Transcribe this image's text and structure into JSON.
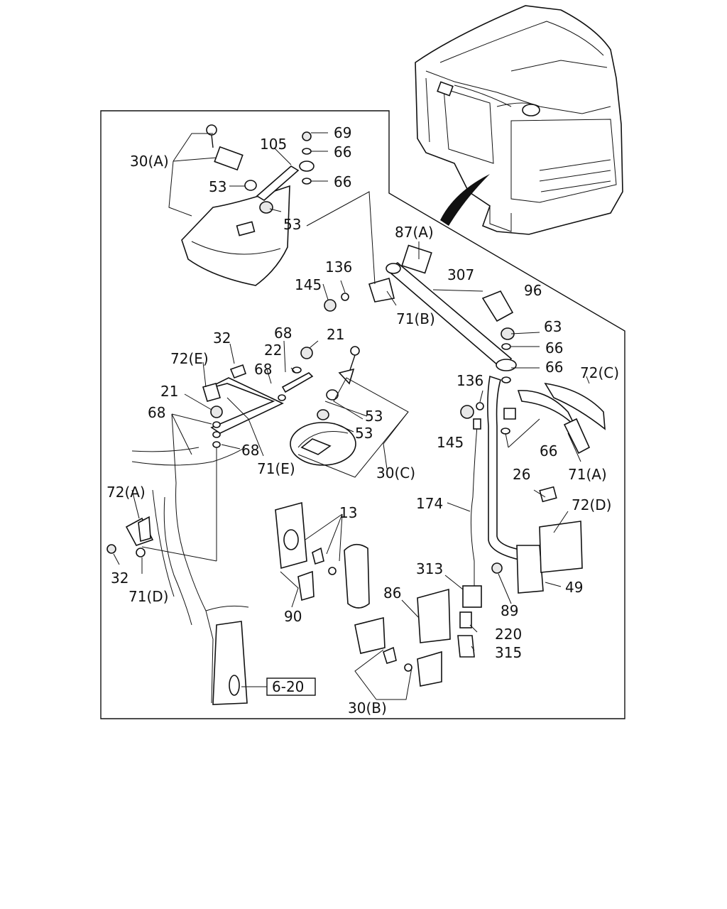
{
  "callouts": {
    "c30a": "30(A)",
    "c30b": "30(B)",
    "c30c": "30(C)",
    "c105": "105",
    "c69": "69",
    "c66a": "66",
    "c66b": "66",
    "c66c": "66",
    "c66d": "66",
    "c66e": "66",
    "c53a": "53",
    "c53b": "53",
    "c53c": "53",
    "c53d": "53",
    "c87a": "87(A)",
    "c307": "307",
    "c136a": "136",
    "c136b": "136",
    "c145a": "145",
    "c145b": "145",
    "c71b": "71(B)",
    "c71a": "71(A)",
    "c71e": "71(E)",
    "c71d": "71(D)",
    "c96": "96",
    "c63": "63",
    "c72c": "72(C)",
    "c72e": "72(E)",
    "c72a": "72(A)",
    "c72d": "72(D)",
    "c32a": "32",
    "c32b": "32",
    "c68a": "68",
    "c68b": "68",
    "c68c": "68",
    "c68d": "68",
    "c21a": "21",
    "c21b": "21",
    "c22": "22",
    "c26": "26",
    "c174": "174",
    "c13": "13",
    "c313": "313",
    "c49": "49",
    "c89": "89",
    "c86": "86",
    "c220": "220",
    "c315": "315",
    "c90": "90"
  },
  "reference_box": "6-20"
}
